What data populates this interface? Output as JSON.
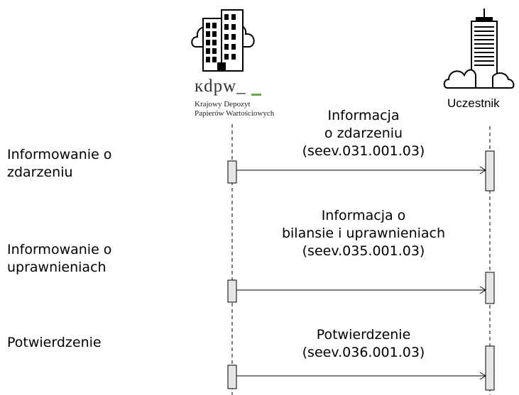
{
  "kdpw": {
    "logo_text": "кdpw_",
    "name_line1": "Krajowy Depozyt",
    "name_line2": "Papierów Wartościowych"
  },
  "participant": {
    "label": "Uczestnik"
  },
  "colors": {
    "accent": "#6ca94a",
    "activation": "#e6e6e6",
    "lifeline": "#000000"
  },
  "steps": [
    {
      "side_label": "Informowanie o\nzdarzeniu",
      "message": "Informacja\no zdarzeniu\n(seev.031.001.03)"
    },
    {
      "side_label": "Informowanie o\nuprawnieniach",
      "message": "Informacja o\nbilansie i uprawnieniach\n(seev.035.001.03)"
    },
    {
      "side_label": "Potwierdzenie",
      "message": "Potwierdzenie\n(seev.036.001.03)"
    }
  ]
}
